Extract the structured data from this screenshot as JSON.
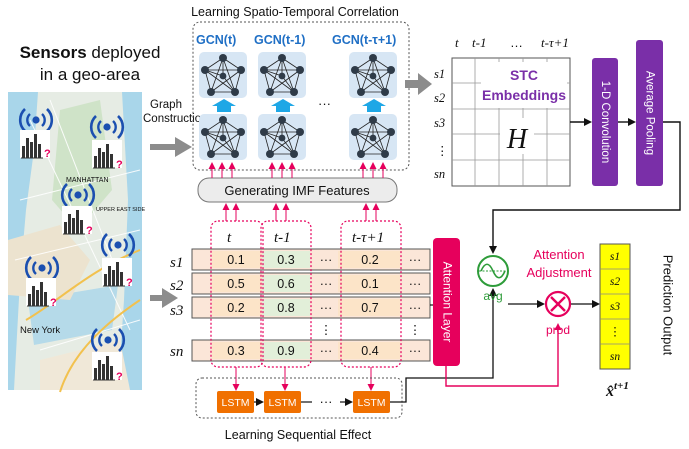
{
  "left_panel": {
    "title_bold": "Sensors",
    "title_rest": " deployed",
    "title_line2": "in a geo-area",
    "map_labels": [
      "MANHATTAN",
      "UPPER EAST SIDE",
      "New York"
    ],
    "question_mark": "?"
  },
  "graph_construction": [
    "Graph",
    "Construction"
  ],
  "top_block": {
    "title": "Learning Spatio-Temporal Correlation",
    "gcn_labels": [
      "GCN(t)",
      "GCN(t-1)",
      "GCN(t-τ+1)"
    ],
    "ellipsis": "···"
  },
  "stc_matrix": {
    "time_labels": [
      "t",
      "t-1",
      "…",
      "t-τ+1"
    ],
    "row_labels": [
      "s1",
      "s2",
      "s3",
      "⋮",
      "sn"
    ],
    "title_line1": "STC",
    "title_line2": "Embeddings",
    "symbol": "H"
  },
  "conv_block": "1-D Convolution",
  "pool_block": "Average Pooling",
  "imf_box": "Generating IMF Features",
  "input_matrix": {
    "col_headers": [
      "t",
      "t-1",
      "t-τ+1"
    ],
    "row_labels": [
      "s1",
      "s2",
      "s3",
      "sn"
    ],
    "rows": [
      [
        "0.1",
        "0.3",
        "···",
        "0.2",
        "···"
      ],
      [
        "0.5",
        "0.6",
        "···",
        "0.1",
        "···"
      ],
      [
        "0.2",
        "0.8",
        "···",
        "0.7",
        "···"
      ],
      [
        "",
        "",
        "⋮",
        "",
        "⋮"
      ],
      [
        "0.3",
        "0.9",
        "···",
        "0.4",
        "···"
      ]
    ]
  },
  "attention_layer": "Attention Layer",
  "attention_adjustment": [
    "Attention",
    "Adjustment"
  ],
  "avg_label": "avg",
  "prod_label": "prod",
  "lstm_label": "LSTM",
  "lstm_ellipsis": "···",
  "bottom_title": "Learning Sequential Effect",
  "output": {
    "rows": [
      "s1",
      "s2",
      "s3",
      "⋮",
      "sn"
    ],
    "symbol": "x̂",
    "superscript": "t+1",
    "side_label": "Prediction Output"
  },
  "colors": {
    "blue_text": "#1f6fc5",
    "purple": "#7a2fa8",
    "magenta": "#e6005c",
    "orange": "#f07000",
    "yellow": "#ffff00",
    "green": "#2e9c3a",
    "arrow_gray": "#8c8c8c",
    "cyan_arrow": "#1ea7e6"
  }
}
